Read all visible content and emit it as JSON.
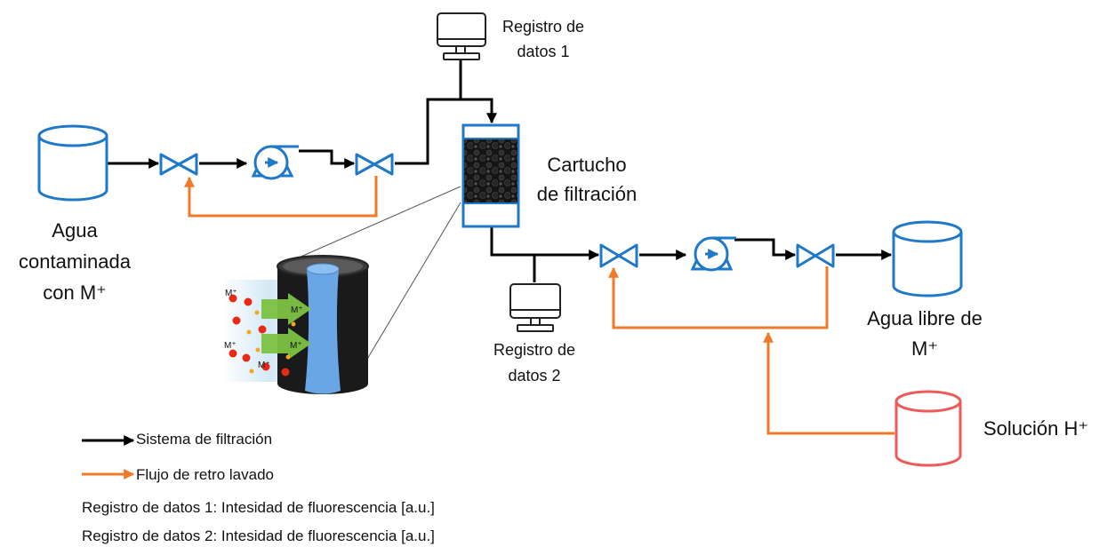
{
  "colors": {
    "tank_blue": "#1f78c8",
    "flow_black": "#000000",
    "backwash_orange": "#f07a28",
    "acid_tank_red": "#ec5a5a",
    "arrow_green": "#7cc243",
    "membrane_blue": "#6aa6e6",
    "cartridge_black": "#1a1a1a",
    "ion_red": "#e82a14",
    "ion_orange": "#f6a623"
  },
  "icons": [
    "tank-icon",
    "valve-icon",
    "pump-icon",
    "monitor-icon",
    "filter-cartridge-icon",
    "membrane-cylinder-icon"
  ],
  "labels": {
    "contaminated_tank": [
      "Agua",
      "contaminada",
      "con M⁺"
    ],
    "logger1": [
      "Registro de",
      "datos 1"
    ],
    "cartridge": [
      "Cartucho",
      "de filtración"
    ],
    "logger2": [
      "Registro de",
      "datos 2"
    ],
    "clean_tank": [
      "Agua libre de",
      "M⁺"
    ],
    "acid_tank": "Solución H⁺"
  },
  "inset": {
    "ion_label": "M⁺"
  },
  "legend": {
    "filtration": "Sistema de filtración",
    "backwash": "Flujo de retro lavado",
    "note1": "Registro de datos 1: Intesidad de fluorescencia [a.u.]",
    "note2": "Registro de datos 2: Intesidad de fluorescencia [a.u.]"
  }
}
